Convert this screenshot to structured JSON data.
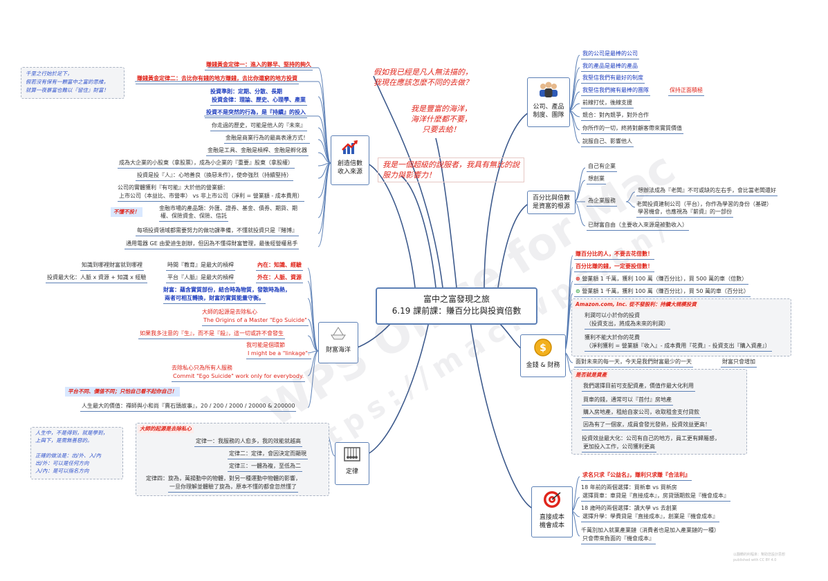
{
  "center": {
    "line1": "富中之富發現之旅",
    "line2": "6.19 課前課：賺百分比與投資倍數"
  },
  "watermark": {
    "line1": "WPS Office for Mac",
    "line2": "https://mac.wps.cn/"
  },
  "notes": {
    "top1_l1": "假如我已經是凡人無法描的，",
    "top1_l2": "我現在應該怎麼不同的去做？",
    "top2_l1": "我是豐富的海洋，",
    "top2_l2": "海洋什麼都不要，",
    "top2_l3": "只要去給！",
    "mid_l1": "我是一個超級的說服者，我具有無比的說",
    "mid_l2": "服力與影響力！"
  },
  "wealth": {
    "label_l1": "創造倍數",
    "label_l2": "收入來源",
    "items": [
      "賺錢黃金定律一：進入的夥早、堅持的夠久",
      "賺錢黃金定律二：去比你有錢的地方賺錢，去比你還窮的地方投資",
      "投資準則：定期、分散、長期",
      "投資金律：理論、歷史、心理學、產業",
      "投資不是突然的行為，是『持續』的投入",
      "你走過的歷史，可能是他人的『未來』",
      "金融是商業行為的最高表達方式！",
      "金融是工具、金融是槓桿、金融是孵化器",
      "成為大企業的小股東（拿股票），成為小企業的『重要』股東（拿股權）",
      "投資是投『人』：心地善良（換惡未作），使命強烈（持續堅持）",
      "公司的實體獲利『有可能』大於他的營業額：",
      "上市公司（本益比、市營率） vs 非上市公司（淨利 = 營業額 - 成本費用）",
      "金融市場的產品類：外匯、證券、基金、債券、期貨、期",
      "權、保險資金、保險、信託",
      "每項投資領域都需要努力的做功課準備，不懂就投資只是『賭博』",
      "通用電器 GE 由愛迪生創辦，但因為不懂得財富管理，最後經營權易手"
    ],
    "tag": "不懂不投！",
    "bluenote_l1": "千里之行始於足下，",
    "bluenote_l2": "假若沒有保有一顆富中之富的思維，",
    "bluenote_l3": "就算一夜暴富也難以『留住』財富！"
  },
  "ocean": {
    "label": "財富海洋",
    "r1a": "知識到哪裡財富就到哪裡",
    "r1b": "時間『教育』是最大的槓桿",
    "r1c": "內在：知識、經驗",
    "r2a": "投資最大化：人脈 x 資源 + 知識 x 經驗",
    "r2b": "平台『人脈』是最大的槓桿",
    "r2c": "外在：人脈、資源",
    "b1": "財富：蘊含實質部份，結合時為物質，發散時為熱，",
    "b2": "兩者可相互轉換，財富的實質能量守衡。",
    "m1": "大師的起源是去除私心",
    "m2": "The Origins of a Master \"Ego Suicide\"",
    "m3": "如果我多注意的『生』，而不是『殺』，這一切或許不會發生",
    "m4": "我可能是個環節",
    "m5": "I might be a \"linkage\".",
    "m6": "去除私心只為所有人服務",
    "m7": "Commit \"Ego Suicide\" work only for everybody.",
    "tag": "平台不同、價值不同；只怕自己看不起你自己！",
    "last": "人生最大的價值：禪師與小和尚『賣石頭故事』，20 / 200 / 2000 / 20000 & 200000"
  },
  "law": {
    "label": "定律",
    "tag": "大師的起源是去除私心",
    "items": [
      "定律一：我服務的人愈多，我的效能就越高",
      "定律二：定律，會因決定而顯現",
      "定律三：一體為複，至低為二",
      "定律四：旋為，萬揚動中的物體，對另一種運動中物體的影響，",
      "一旦你理解並體驗了旋為，原本不懂的都會忽然懂了"
    ],
    "bluenote": [
      "人生中，不是得到，就是學到，",
      "上與下，是需無善惡的。",
      "",
      "正確的做法是：出/外、入/內",
      "出/外：可以是任何方向",
      "入/內：是可以指名方向"
    ]
  },
  "company": {
    "label_l1": "公司、產品",
    "label_l2": "制度、團隊",
    "items": [
      "我的公司是最棒的公司",
      "我的產品是最棒的產品",
      "我堅信我們有最好的制度",
      "我堅信我們擁有最棒的團隊",
      "前線打仗，後線支援",
      "競合：對內競爭，對外合作",
      "你所作的一切，終將對顧客帶來實質價值",
      "說服自己、影響他人"
    ],
    "extra": "保持正面積極"
  },
  "percent": {
    "label_l1": "百分比與倍數",
    "label_l2": "是資富的根源",
    "items": [
      "自己有企業",
      "想創業",
      "為企業服務",
      "已財富自由（主要收入來源是被動收入）"
    ],
    "sub1": "想辦法成為『老闆』不可或缺的左右手，會比當老闆還好",
    "sub2a": "老闆投資建制公司（平台），你作為學習的身份（基礎）",
    "sub2b": "學習機會，也應視為『薪資』的一部份"
  },
  "money": {
    "label": "金錢 & 財務",
    "r1": "賺百分比的人，不要去花倍數！",
    "r2": "百分比賺的錢，一定要投倍數！",
    "r3": "營業額 1 千萬，獲利 100 萬（賺百分比），買 500 萬的車（倍數）",
    "r4": "營業額 1 千萬，獲利 100 萬（賺百分比），買 50 萬的車（百分比）",
    "amazon_tag": "Amazon.com, Inc. 從不發股利：持續大規模投資",
    "a1": "利潤可以小於你的投資",
    "a2": "（投資支出，將成為未來的利潤）",
    "a3": "獲利不能大於你的花費",
    "a4": "（淨利獲利 = 營業額『收入』- 成本費用『花費』- 投資支出『購入資產』）",
    "future": "面對未來的每一天，今天是我們財富最少的一天",
    "future2": "財富只會增加",
    "asset_tag": "是否就是資產",
    "b1": "我們選擇目前可支配資產，價值作最大化利用",
    "b2": "買車的錢，通常可以『首付』房地產",
    "b3": "購入房地產，租給自家公司，收取租金支付貸款",
    "b4": "因為有了一個家，成員會發光發熱，投資效益更高！",
    "b5": "投資效益最大化：公司有自己的地方，員工更有歸屬感，",
    "b6": "更加投入工作，公司獲利更高"
  },
  "cost": {
    "label_l1": "直接成本",
    "label_l2": "機會成本",
    "r1": "求名只求『公益名』，賺利只求賺『合法利』",
    "r2a": "18 年前的兩個選擇：買新車 vs 買新房",
    "r2b": "選擇買車：車貸是『直接成本』，房貸頭期款是『機會成本』",
    "r3a": "18 歲時的兩個選擇：讀大學 vs 去創業",
    "r3b": "選擇升學：學費貸是『直接成本』，創業是『機會成本』",
    "r4a": "千萬別加入就業產業鏈（消費者也是加入產業鏈的一種）",
    "r4b": "只會帶來負面的『機會成本』"
  },
  "footer": {
    "l1": "以翻轉的利程來：幫助您設計思想",
    "l2": "published with CC BY 4.0"
  },
  "colors": {
    "line": "#5b7fb5",
    "red": "#e0261c",
    "blue": "#1f3fbf",
    "curve": "#3d5a8c"
  }
}
